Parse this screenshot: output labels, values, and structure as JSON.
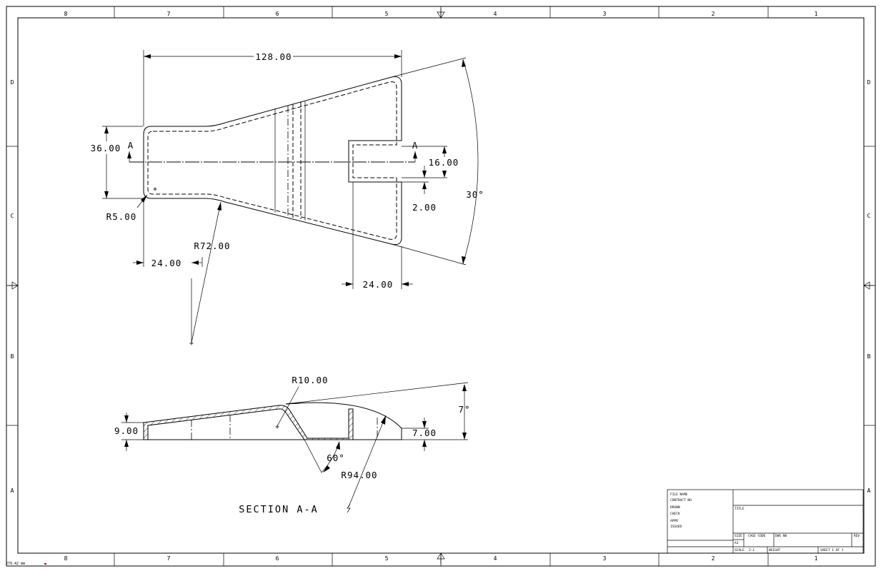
{
  "status": {
    "scale_readout": "279.42 mm"
  },
  "border": {
    "col_labels": [
      "8",
      "7",
      "6",
      "5",
      "4",
      "3",
      "2",
      "1"
    ],
    "row_labels": [
      "D",
      "C",
      "B",
      "A"
    ]
  },
  "plan_view": {
    "dims": {
      "overall_length": "128.00",
      "left_height": "36.00",
      "slot_width": "16.00",
      "wall": "2.00",
      "corner_radius": "R5.00",
      "taper_radius": "R72.00",
      "left_offset": "24.00",
      "slot_depth": "24.00",
      "flare_angle": "30°"
    },
    "section_marker": "A"
  },
  "section_view": {
    "title": "SECTION A-A",
    "dims": {
      "left_height": "9.00",
      "right_height": "7.00",
      "fillet_radius": "R10.00",
      "slope_angle": "7°",
      "chamfer_angle": "60°",
      "arc_radius": "R94.00"
    }
  },
  "title_block": {
    "left_fields": [
      "FILE NAME",
      "CONTRACT NO",
      "DRAWN",
      "CHECK",
      "APPR",
      "ISSUED"
    ],
    "title_label": "TITLE",
    "size_label": "SIZE",
    "size_value": "A3",
    "cage_label": "CAGE CODE",
    "dwg_label": "DWG NO",
    "rev_label": "REV",
    "scale_label": "SCALE",
    "scale_value": "2:1",
    "weight_label": "WEIGHT",
    "sheet_label": "SHEET 1 OF 1"
  }
}
